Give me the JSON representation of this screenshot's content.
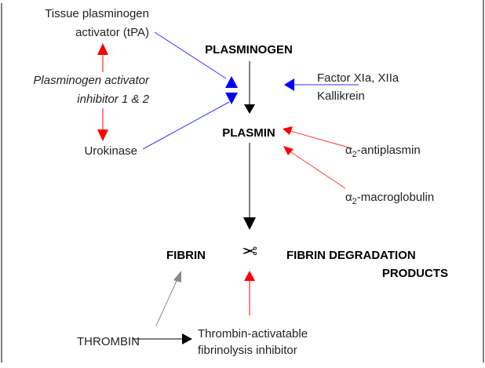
{
  "colors": {
    "activator": "#0000ff",
    "inhibitor": "#ff0000",
    "flow": "#000000",
    "thrombin_to_fibrin": "#888888"
  },
  "nodes": {
    "tpa": [
      "Tissue plasminogen",
      "activator (tPA)"
    ],
    "pai": [
      "Plasminogen activator",
      "inhibitor 1 & 2"
    ],
    "urokinase": "Urokinase",
    "plasminogen": "PLASMINOGEN",
    "factors": [
      "Factor XIa, XIIa",
      "Kallikrein"
    ],
    "plasmin": "PLASMIN",
    "antiplasmin": {
      "alpha": "α",
      "sub": "2",
      "rest": "-antiplasmin"
    },
    "macroglobulin": {
      "alpha": "α",
      "sub": "2",
      "rest": "-macroglobulin"
    },
    "fibrin": "FIBRIN",
    "scissors": "✂",
    "fdp": [
      "FIBRIN DEGRADATION",
      "PRODUCTS"
    ],
    "thrombin": "THROMBIN",
    "tafi": [
      "Thrombin-activatable",
      "fibrinolysis inhibitor"
    ]
  }
}
